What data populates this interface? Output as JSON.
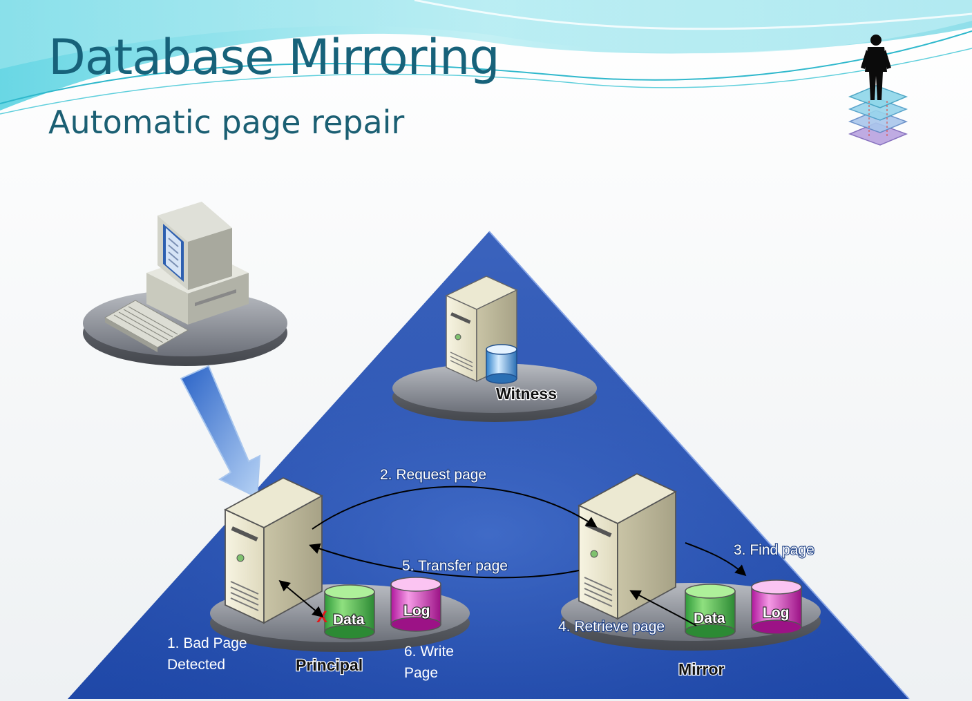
{
  "title": "Database Mirroring",
  "subtitle": "Automatic page repair",
  "nodes": {
    "witness": "Witness",
    "principal": "Principal",
    "mirror": "Mirror"
  },
  "cylinders": {
    "principal_data": "Data",
    "principal_log": "Log",
    "mirror_data": "Data",
    "mirror_log": "Log"
  },
  "error_mark": "X",
  "steps": {
    "step1_line1": "1. Bad Page",
    "step1_line2": "Detected",
    "step2": "2. Request page",
    "step3": "3. Find page",
    "step4": "4. Retrieve page",
    "step5": "5. Transfer page",
    "step6_line1": "6. Write",
    "step6_line2": "Page"
  }
}
